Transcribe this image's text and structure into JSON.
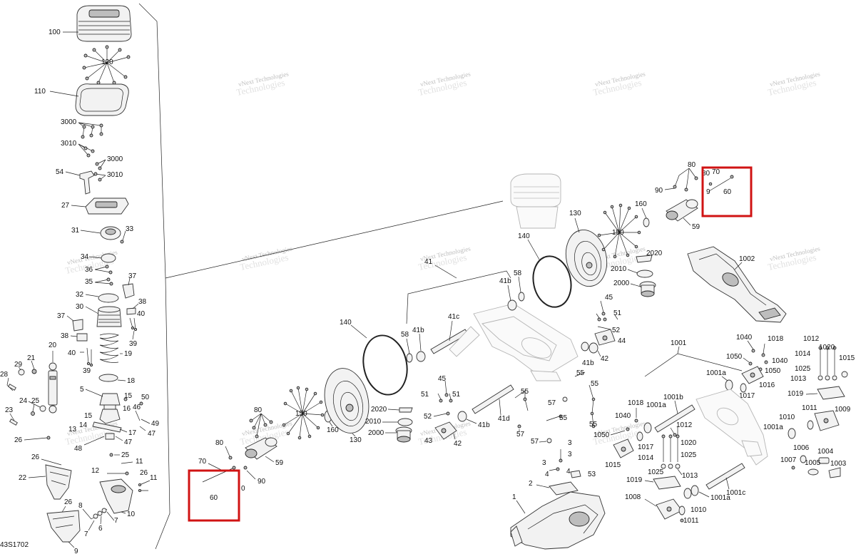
{
  "diagram": {
    "code": "43S1702",
    "watermark": {
      "line1": "vNext",
      "line2": "Technologies",
      "full": "vNext Technologies"
    },
    "labels": {
      "l100": "100",
      "l120": "120",
      "l110": "110",
      "l3000a": "3000",
      "l3010a": "3010",
      "l3000b": "3000",
      "l3010b": "3010",
      "l54": "54",
      "l27": "27",
      "l31": "31",
      "l33": "33",
      "l34": "34",
      "l36": "36",
      "l35": "35",
      "l37a": "37",
      "l32": "32",
      "l38a": "38",
      "l30": "30",
      "l40a": "40",
      "l37b": "37",
      "l39a": "39",
      "l38b": "38",
      "l19": "19",
      "l40b": "40",
      "l39b": "39",
      "l18": "18",
      "l20": "20",
      "l21": "21",
      "l29": "29",
      "l28": "28",
      "l5": "5",
      "l15a": "15",
      "l50": "50",
      "l24": "24",
      "l16": "16",
      "l46": "46",
      "l25a": "25",
      "l23": "23",
      "l15b": "15",
      "l49": "49",
      "l14": "14",
      "l13": "13",
      "l17": "17",
      "l47a": "47",
      "l26a": "26",
      "l48": "48",
      "l47b": "47",
      "l25b": "25",
      "l26b": "26",
      "l11a": "11",
      "l12": "12",
      "l26c": "26",
      "l22": "22",
      "l11b": "11",
      "l26d": "26",
      "l8": "8",
      "l10": "10",
      "l7": "7",
      "l6": "6",
      "l9": "9",
      "l80a": "80",
      "l150a": "150",
      "l70a": "70",
      "l60a": "60",
      "l0": "0",
      "l59a": "59",
      "l90a": "90",
      "l160a": "160",
      "l130a": "130",
      "l140a": "140",
      "l58a": "58",
      "l2020a": "2020",
      "l2010a": "2010",
      "l2000a": "2000",
      "l43": "43",
      "l42a": "42",
      "l45a": "45",
      "l51a": "51",
      "l51b": "51",
      "l52a": "52",
      "l41a": "41",
      "l41b": "41b",
      "l41c": "41c",
      "l41ba": "41b",
      "l58b": "58",
      "l41d": "41d",
      "l41bb": "41b",
      "l55a": "55",
      "l57a": "57",
      "l57b": "57",
      "l55b": "55",
      "l57c": "57",
      "l55c": "55",
      "l3": "3",
      "l4": "4",
      "l53": "53",
      "l2": "2",
      "l1": "1",
      "l140b": "140",
      "l58c": "58",
      "l41bc": "41b",
      "l41bd": "41b",
      "l42b": "42",
      "l44": "44",
      "l45b": "45",
      "l51c": "51",
      "l52b": "52",
      "l55d": "55",
      "l55e": "55",
      "l130b": "130",
      "l150b": "150",
      "l160b": "160",
      "l2020b": "2020",
      "l2010b": "2010",
      "l2000b": "2000",
      "l80b": "80",
      "l90b": "90",
      "l70b": "70",
      "l80c": "80",
      "l9b": "9",
      "l60b": "60",
      "l59b": "59",
      "l1002": "1002",
      "l1001": "1001",
      "l1001a1": "1001a",
      "l1040a": "1040",
      "l1018a": "1018",
      "l1050a": "1050",
      "l1040b": "1040",
      "l1050b": "1050",
      "l1016": "1016",
      "l1017a": "1017",
      "l1012a": "1012",
      "l1014a": "1014",
      "l1020a": "1020",
      "l1025a": "1025",
      "l1013a": "1013",
      "l1015b": "1015",
      "l1019a": "1019",
      "l1011a": "1011",
      "l1009": "1009",
      "l1010a": "1010",
      "l1001a2": "1001a",
      "l1006": "1006",
      "l1004": "1004",
      "l1007": "1007",
      "l1005": "1005",
      "l1003": "1003",
      "l1018b": "1018",
      "l1001a3": "1001a",
      "l1001b": "1001b",
      "l1040c": "1040",
      "l1012b": "1012",
      "l1050c": "1050",
      "l1017b": "1017",
      "l1020b": "1020",
      "l1015a": "1015",
      "l1014b": "1014",
      "l1025b": "1025",
      "l1025c": "1025",
      "l1013b": "1013",
      "l1019b": "1019",
      "l1001a4": "1001a",
      "l1001c": "1001c",
      "l1008": "1008",
      "l1010b": "1010",
      "l1011b": "1011"
    }
  }
}
